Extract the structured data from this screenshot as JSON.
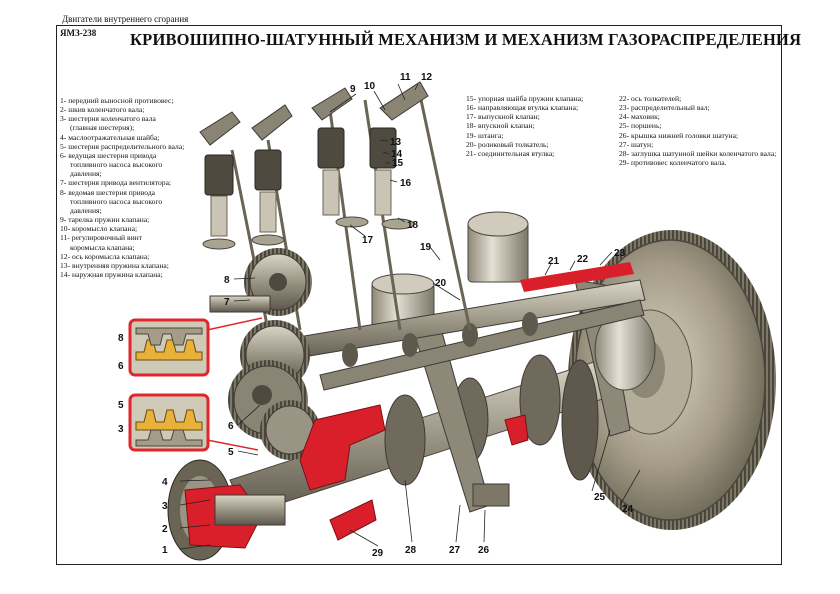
{
  "caption": "Двигатели внутреннего сгорания",
  "model": "ЯМЗ-238",
  "title": "КРИВОШИПНО-ШАТУННЫЙ МЕХАНИЗМ И МЕХАНИЗМ ГАЗОРАСПРЕДЕЛЕНИЯ",
  "legend_left": [
    {
      "text": "1- передний выносной противовес;",
      "indent": false
    },
    {
      "text": "2- шкив коленчатого вала;",
      "indent": false
    },
    {
      "text": "3- шестерня коленчатого вала",
      "indent": false
    },
    {
      "text": "(главная шестерня);",
      "indent": true
    },
    {
      "text": "4- маслоотражательная шайба;",
      "indent": false
    },
    {
      "text": "5- шестерня распределительного вала;",
      "indent": false
    },
    {
      "text": "6- ведущая шестерня привода",
      "indent": false
    },
    {
      "text": "топливного насоса высокого",
      "indent": true
    },
    {
      "text": "давления;",
      "indent": true
    },
    {
      "text": "7- шестерня привода вентилятора;",
      "indent": false
    },
    {
      "text": "8- ведомая шестерня привода",
      "indent": false
    },
    {
      "text": "топливного насоса высокого",
      "indent": true
    },
    {
      "text": "давления;",
      "indent": true
    },
    {
      "text": "9- тарелка пружин клапана;",
      "indent": false
    },
    {
      "text": "10- коромысло клапана;",
      "indent": false
    },
    {
      "text": "11- регулировочный винт",
      "indent": false
    },
    {
      "text": "коромысла клапана;",
      "indent": true
    },
    {
      "text": "12- ось коромысла клапана;",
      "indent": false
    },
    {
      "text": "13- внутренняя пружина клапана;",
      "indent": false
    },
    {
      "text": "14- наружная пружина клапана;",
      "indent": false
    }
  ],
  "legend_mid": [
    "15- упорная шайба пружин клапана;",
    "16- направляющая втулка клапана;",
    "17- выпускной клапан;",
    "18- впускной клапан;",
    "19- штанга;",
    "20- роликовый толкатель;",
    "21- соединительная втулка;"
  ],
  "legend_right": [
    "22- ось толкателей;",
    "23- распределительный вал;",
    "24- маховик;",
    "25- поршень;",
    "26- крышка нижней головки шатуна;",
    "27- шатун;",
    "28- заглушка шатунной шейки коленчатого вала;",
    "29- противовес коленчатого вала."
  ],
  "callouts": [
    "1",
    "2",
    "3",
    "4",
    "5",
    "6",
    "7",
    "8",
    "9",
    "10",
    "11",
    "12",
    "13",
    "14",
    "15",
    "16",
    "17",
    "18",
    "19",
    "20",
    "21",
    "22",
    "23",
    "24",
    "25",
    "26",
    "27",
    "28",
    "29"
  ],
  "inset_callouts": [
    "8",
    "6",
    "5",
    "3"
  ],
  "colors": {
    "metal": "#9a9484",
    "metal_dark": "#3e3a34",
    "section_red": "#d9202a",
    "inset_red": "#e0262b",
    "gold": "#e8b23a"
  }
}
